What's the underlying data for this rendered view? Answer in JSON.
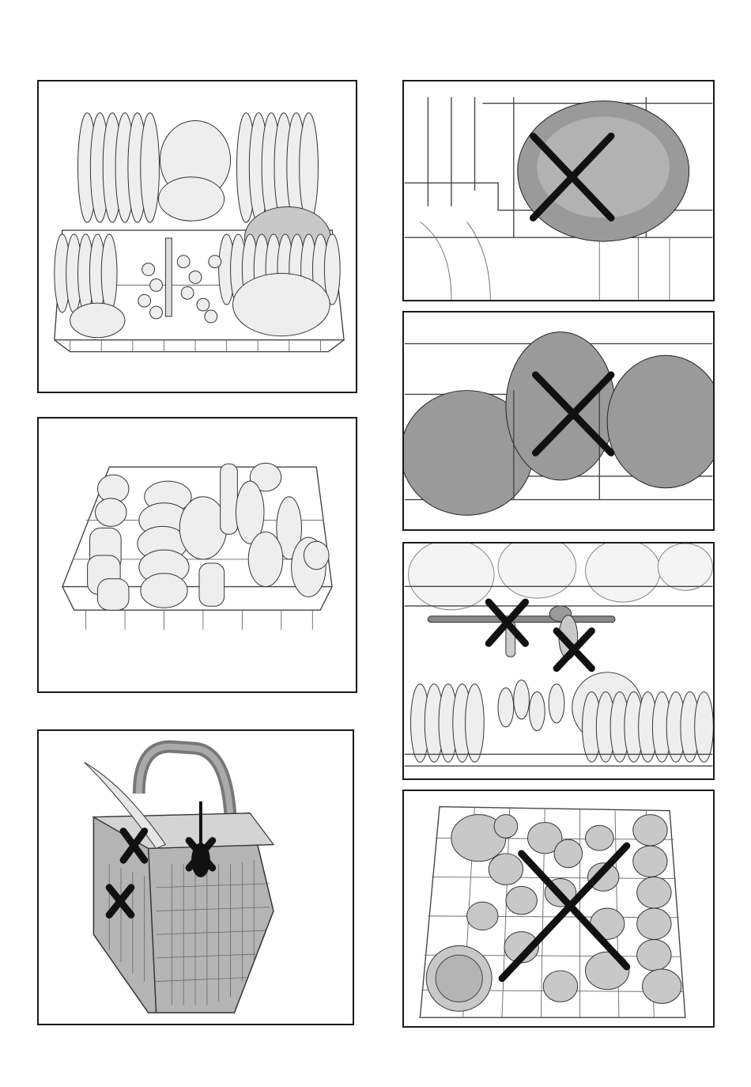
{
  "figures": [
    {
      "id": "upper-rack-loaded-correctly",
      "marked_wrong": false
    },
    {
      "id": "lower-rack-cups-glasses-loaded",
      "marked_wrong": false
    },
    {
      "id": "cutlery-basket",
      "marked_wrong": true
    },
    {
      "id": "bowl-blocking-rack-wrong",
      "marked_wrong": true
    },
    {
      "id": "bowl-tilted-wrong",
      "marked_wrong": true
    },
    {
      "id": "spray-arm-blocked-wrong",
      "marked_wrong": true
    },
    {
      "id": "overloaded-rack-wrong",
      "marked_wrong": true
    }
  ]
}
